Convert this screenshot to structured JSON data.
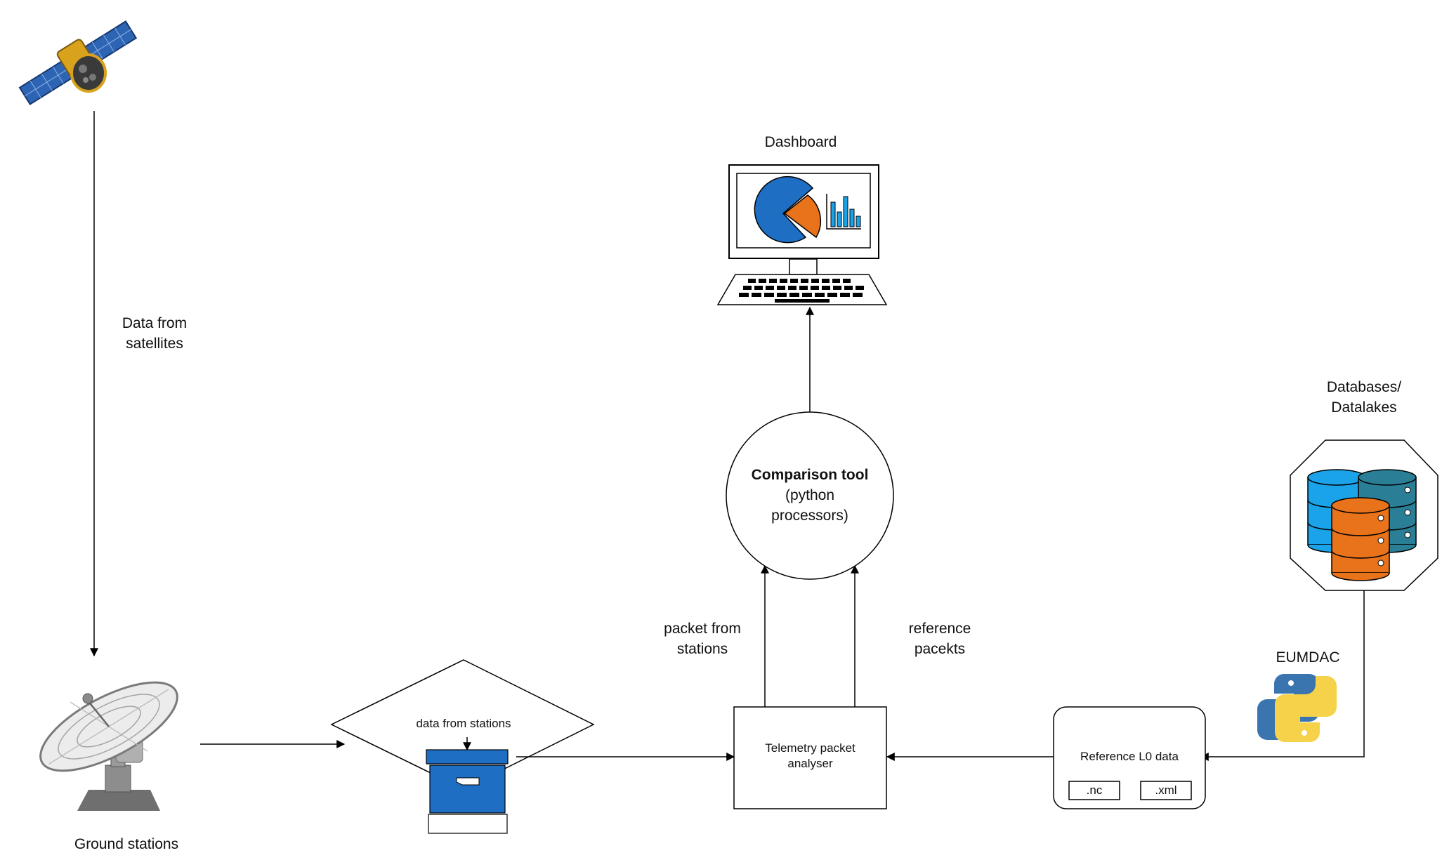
{
  "labels": {
    "data_from_satellites": "Data from\nsatellites",
    "ground_stations": "Ground stations",
    "data_from_stations": "data from stations",
    "telemetry_analyser": "Telemetry packet\nanalyser",
    "dashboard": "Dashboard",
    "comparison_title": "Comparison tool",
    "comparison_sub": "(python\nprocessors)",
    "packet_from_stations": "packet from\nstations",
    "reference_packets": "reference\npacekts",
    "databases": "Databases/\nDatalakes",
    "eumdac": "EUMDAC",
    "reference_l0": "Reference L0 data",
    "nc_tag": ".nc",
    "xml_tag": ".xml"
  },
  "icons": [
    "satellite-icon",
    "antenna-dish-icon",
    "archive-box-icon",
    "monitor-icon",
    "keyboard-icon",
    "pie-chart-icon",
    "bar-chart-icon",
    "database-icon",
    "python-logo-icon"
  ],
  "colors": {
    "blue": "#1e6fc4",
    "orange": "#e8731a",
    "light_blue": "#1aa3e8",
    "teal": "#2a7f96",
    "python_blue": "#3a75b0",
    "python_yellow": "#f5d24a"
  }
}
